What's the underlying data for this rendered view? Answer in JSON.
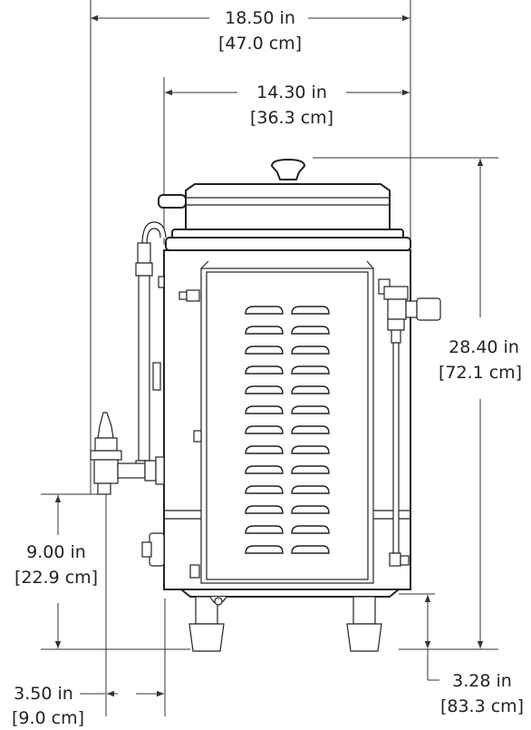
{
  "dimensions": {
    "overall_width": {
      "imperial": "18.50 in",
      "metric": "[47.0 cm]"
    },
    "body_width": {
      "imperial": "14.30 in",
      "metric": "[36.3 cm]"
    },
    "overall_height": {
      "imperial": "28.40 in",
      "metric": "[72.1 cm]"
    },
    "faucet_height": {
      "imperial": "9.00 in",
      "metric": "[22.9 cm]"
    },
    "faucet_offset": {
      "imperial": "3.50 in",
      "metric": "[9.0 cm]"
    },
    "leg_height": {
      "imperial": "3.28 in",
      "metric": "[83.3 cm]"
    }
  },
  "colors": {
    "line": "#222222",
    "background": "#ffffff"
  }
}
